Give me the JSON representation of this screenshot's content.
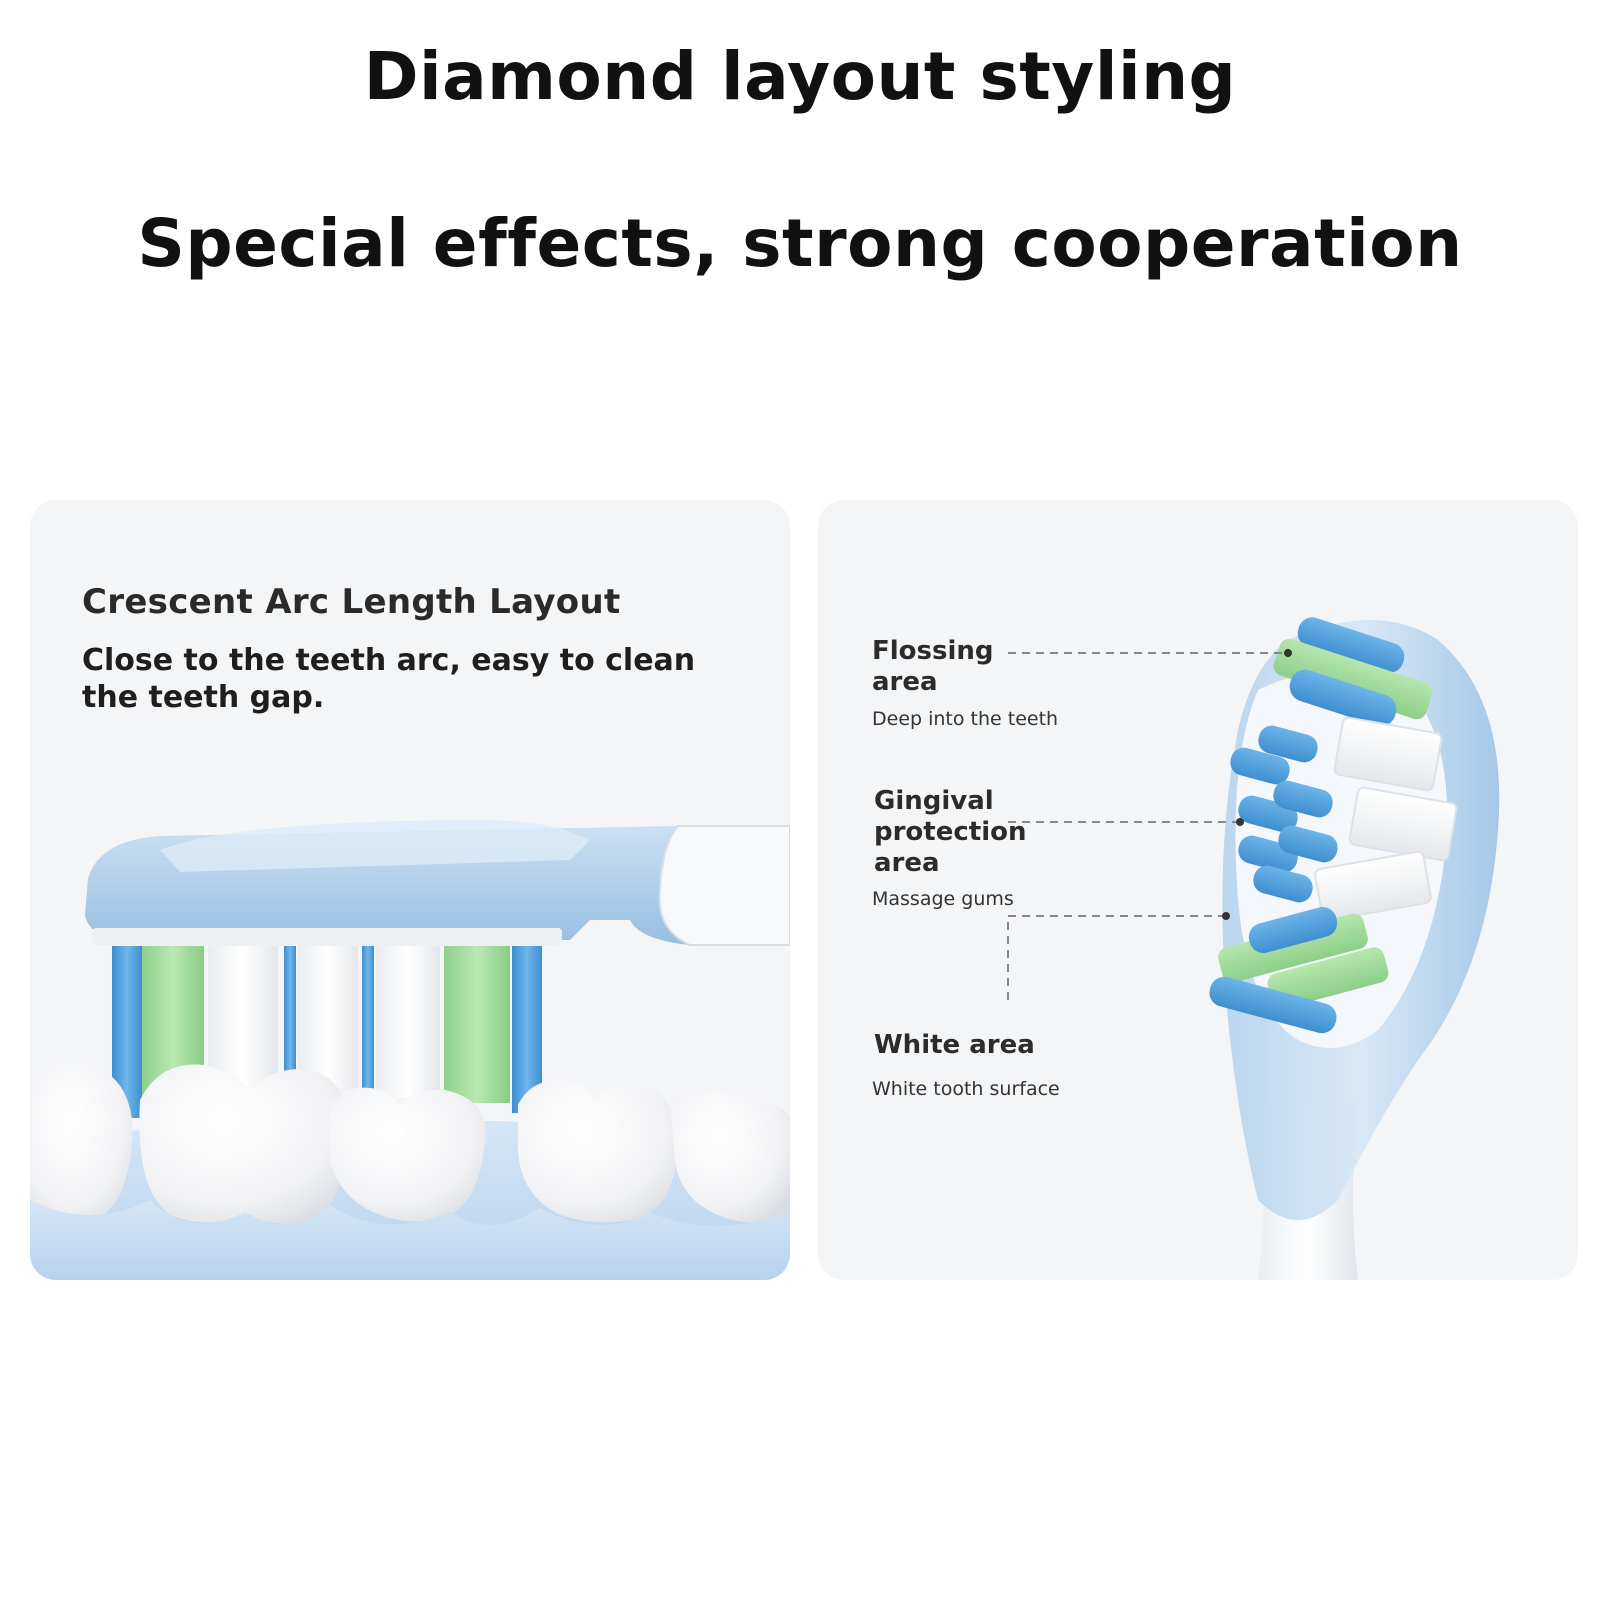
{
  "headline": {
    "line1": "Diamond layout styling",
    "line2": "Special effects, strong cooperation"
  },
  "left_panel": {
    "title": "Crescent Arc Length Layout",
    "description": "Close to the teeth arc, easy to clean the teeth gap.",
    "illustration": "brush-head-over-teeth"
  },
  "right_panel": {
    "illustration": "brush-head-front-view",
    "callouts": [
      {
        "title": "Flossing area",
        "subtitle": "Deep into the teeth"
      },
      {
        "title": "Gingival protection area",
        "subtitle": "Massage gums"
      },
      {
        "title": "White area",
        "subtitle": "White tooth surface"
      }
    ]
  },
  "colors": {
    "background": "#ffffff",
    "panel": "#f4f5f7",
    "text": "#111111",
    "bristle_blue": "#4aa3e0",
    "bristle_green": "#9fdc9a",
    "bristle_white": "#ffffff",
    "brush_blue": "#a9ccea",
    "gum": "#c7dcf2",
    "tooth": "#fafafa"
  }
}
